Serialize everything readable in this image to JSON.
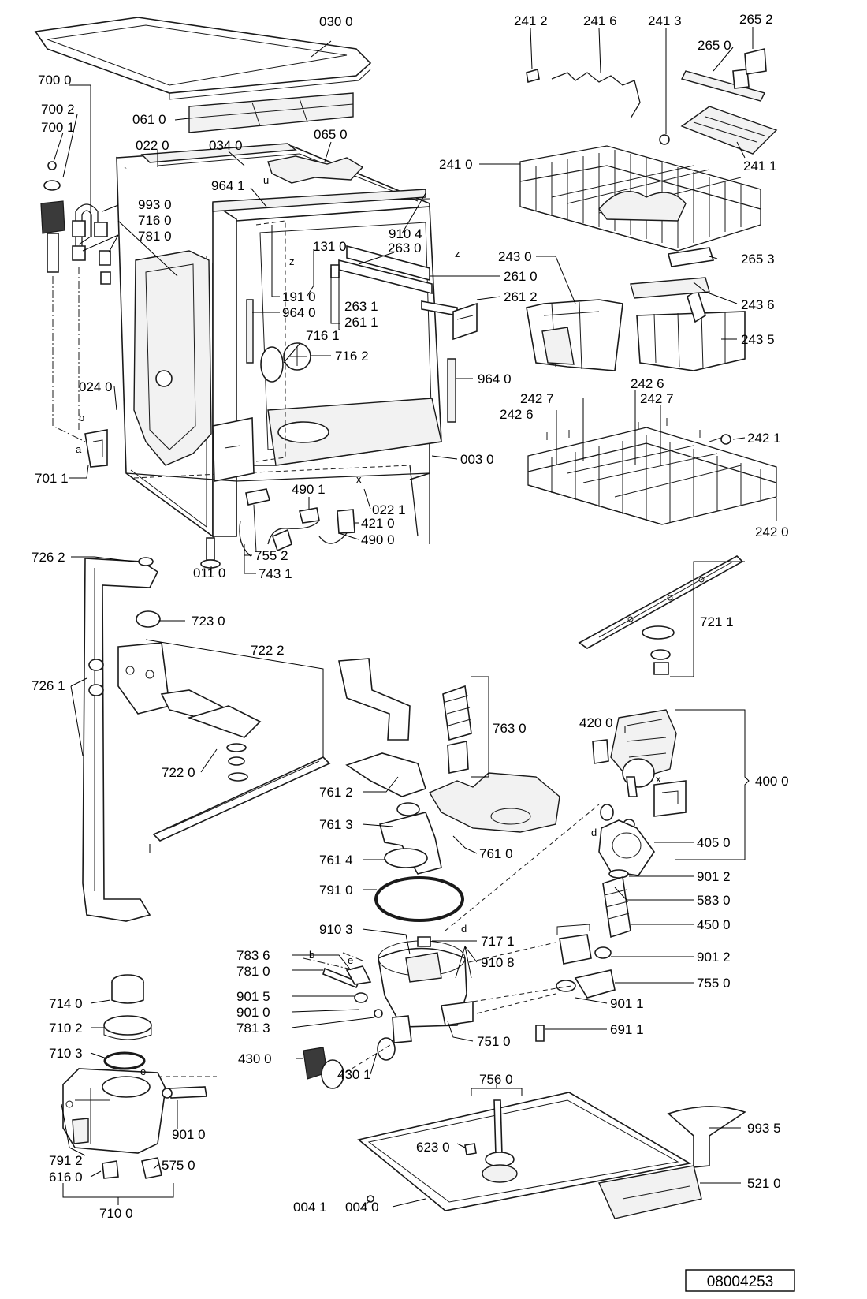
{
  "drawing_number": "08004253",
  "markers": {
    "a": "a",
    "b": "b",
    "d": "d",
    "e": "e",
    "x": "x",
    "z": "z",
    "u": "u"
  },
  "labels": {
    "l0300": "030 0",
    "l7000": "700 0",
    "l7002": "700 2",
    "l7001": "700 1",
    "l0610": "061 0",
    "l0220": "022 0",
    "l0340": "034 0",
    "l0650": "065 0",
    "l9641": "964 1",
    "l9930": "993 0",
    "l7160": "716 0",
    "l7810": "781 0",
    "l1310": "131 0",
    "l9104": "910 4",
    "l2630": "263 0",
    "l1910": "191 0",
    "l9640a": "964 0",
    "l2631": "263 1",
    "l2611": "261 1",
    "l7161": "716 1",
    "l7162": "716 2",
    "l9640b": "964 0",
    "l2610": "261 0",
    "l2612": "261 2",
    "l0240": "024 0",
    "l7011": "701 1",
    "l0030": "003 0",
    "l4901": "490 1",
    "l0221": "022 1",
    "l4210": "421 0",
    "l4900": "490 0",
    "l0110": "011 0",
    "l7552": "755 2",
    "l7431": "743 1",
    "l2412": "241 2",
    "l2416": "241 6",
    "l2413": "241 3",
    "l2652": "265 2",
    "l2650": "265 0",
    "l2410": "241 0",
    "l2411": "241 1",
    "l2430": "243 0",
    "l2653": "265 3",
    "l2436": "243 6",
    "l2435": "243 5",
    "l2426a": "242 6",
    "l2427a": "242 7",
    "l2427b": "242 7",
    "l2426b": "242 6",
    "l2421": "242 1",
    "l2420": "242 0",
    "l7262": "726 2",
    "l7230": "723 0",
    "l7222": "722 2",
    "l7261": "726 1",
    "l7220": "722 0",
    "l7211": "721 1",
    "l7630": "763 0",
    "l7612": "761 2",
    "l7613": "761 3",
    "l7614": "761 4",
    "l7610": "761 0",
    "l7910": "791 0",
    "l9103": "910 3",
    "l7171": "717 1",
    "l9108": "910 8",
    "l7836": "783 6",
    "l7810b": "781 0",
    "l9015": "901 5",
    "l9010": "901 0",
    "l7813": "781 3",
    "l4300": "430 0",
    "l4301": "430 1",
    "l7510": "751 0",
    "l4200": "420 0",
    "l4000": "400 0",
    "l4050": "405 0",
    "l9012a": "901 2",
    "l5830": "583 0",
    "l4500": "450 0",
    "l9012b": "901 2",
    "l7550": "755 0",
    "l9011": "901 1",
    "l6911": "691 1",
    "l7140": "714 0",
    "l7102": "710 2",
    "l7103": "710 3",
    "l9010b": "901 0",
    "l7912": "791 2",
    "l6160": "616 0",
    "l5750": "575 0",
    "l7100": "710 0",
    "l7560": "756 0",
    "l6230": "623 0",
    "l9935": "993 5",
    "l5210": "521 0",
    "l0041": "004 1",
    "l0040": "004 0"
  }
}
